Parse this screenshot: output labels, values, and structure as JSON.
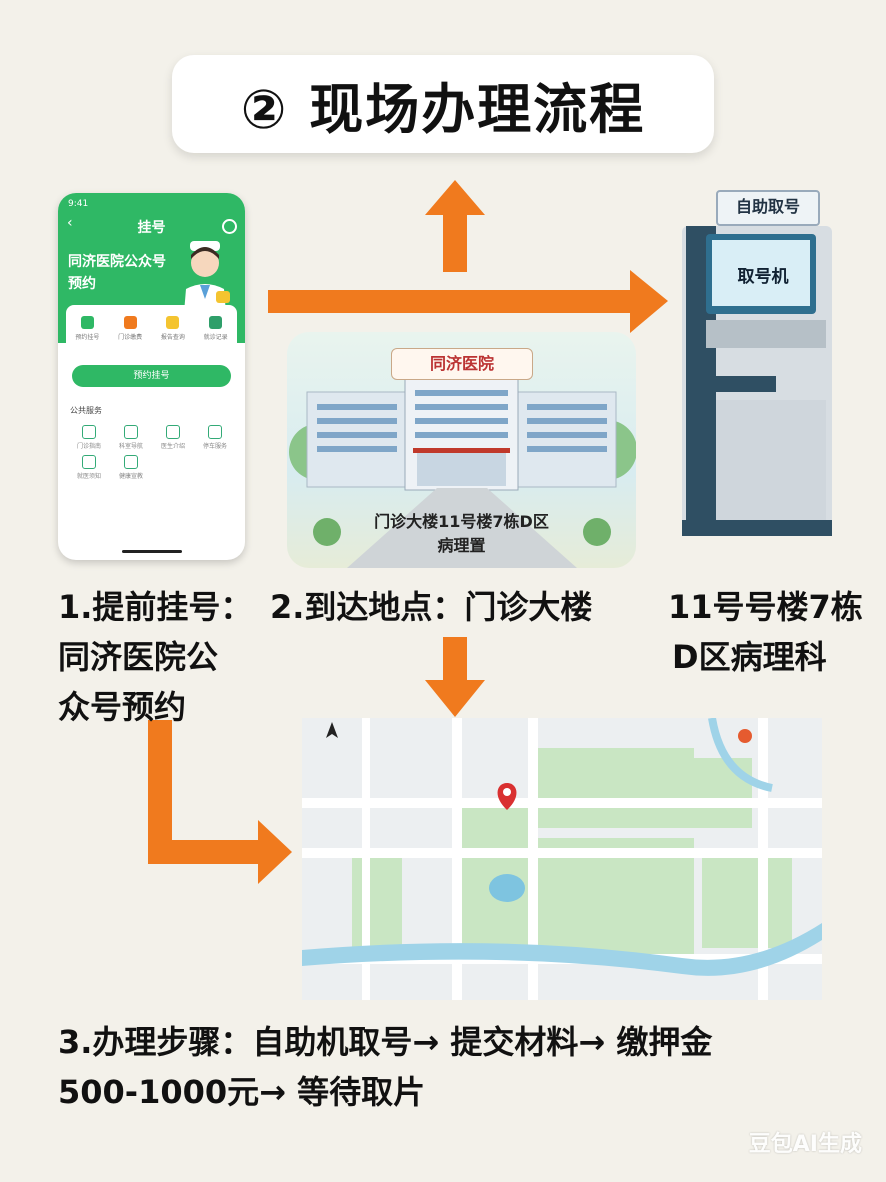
{
  "title": "② 现场办理流程",
  "phone": {
    "status_time": "9:41",
    "header_title": "挂号",
    "banner": "同济医院公众号预约",
    "services": [
      "预约挂号",
      "门诊缴费",
      "报告查询",
      "就诊记录"
    ],
    "register_button": "预约挂号",
    "section_title": "公共服务",
    "grid_items": [
      "门诊指南",
      "科室导航",
      "医生介绍",
      "停车服务",
      "就医须知",
      "健康宣教"
    ]
  },
  "hospital": {
    "sign": "同济医院",
    "label_line1": "门诊大楼11号楼7栋D区",
    "label_line2": "病理置"
  },
  "kiosk": {
    "top_sign": "自助取号",
    "screen": "取号机"
  },
  "captions": {
    "step1_line1": "1.提前挂号：",
    "step1_line2": "同济医院公",
    "step1_line3": "众号预约",
    "step2": "2.到达地点：门诊大楼",
    "step3_line1": "11号号楼7栋",
    "step3_line2": "D区病理科"
  },
  "steps_text": {
    "line1": "3.办理步骤：自助机取号→ 提交材料→ 缴押金",
    "line2": "500-1000元→ 等待取片"
  },
  "watermark": "豆包AI生成",
  "colors": {
    "accent": "#f07a1e",
    "brand_green": "#2fb865",
    "background": "#f3f1ea"
  }
}
